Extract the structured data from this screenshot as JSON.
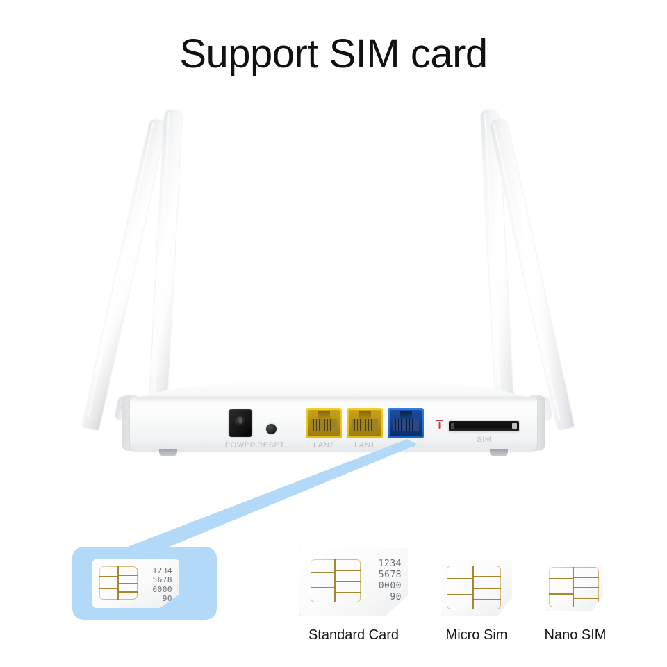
{
  "page": {
    "title": "Support SIM card",
    "background_color": "#ffffff"
  },
  "router": {
    "device_name": "wireless router rear panel",
    "body_color": "#f7f8f9",
    "antenna_count": 4,
    "ports": [
      {
        "id": "power",
        "label": "POWER",
        "type": "dc-barrel-jack",
        "color": "#141415"
      },
      {
        "id": "reset",
        "label": "RESET",
        "type": "pin-button",
        "color": "#1b1c1e"
      },
      {
        "id": "lan2",
        "label": "LAN2",
        "type": "rj45",
        "color": "#e3bc16"
      },
      {
        "id": "lan1",
        "label": "LAN1",
        "type": "rj45",
        "color": "#e3bc16"
      },
      {
        "id": "wan",
        "label": "WAN",
        "type": "rj45",
        "color": "#1c63c6"
      },
      {
        "id": "sim",
        "label": "SIM",
        "type": "sim-card-slot",
        "color": "#0a0a0b"
      }
    ],
    "sim_indicator_color": "#d0353d"
  },
  "callout": {
    "color": "#b3d9f8",
    "source_port": "SIM",
    "magnified_card": {
      "name": "inserted SIM card",
      "numbers": [
        "1234",
        "5678",
        "0000",
        "90"
      ],
      "card_color": "#ffffff",
      "chip_color": "#e8bf3c"
    }
  },
  "sim_variants": [
    {
      "id": "standard",
      "caption": "Standard Card",
      "numbers": [
        "1234",
        "5678",
        "0000",
        "90"
      ],
      "has_numbers": true
    },
    {
      "id": "micro",
      "caption": "Micro Sim",
      "numbers": [],
      "has_numbers": false
    },
    {
      "id": "nano",
      "caption": "Nano SIM",
      "numbers": [],
      "has_numbers": false
    }
  ]
}
